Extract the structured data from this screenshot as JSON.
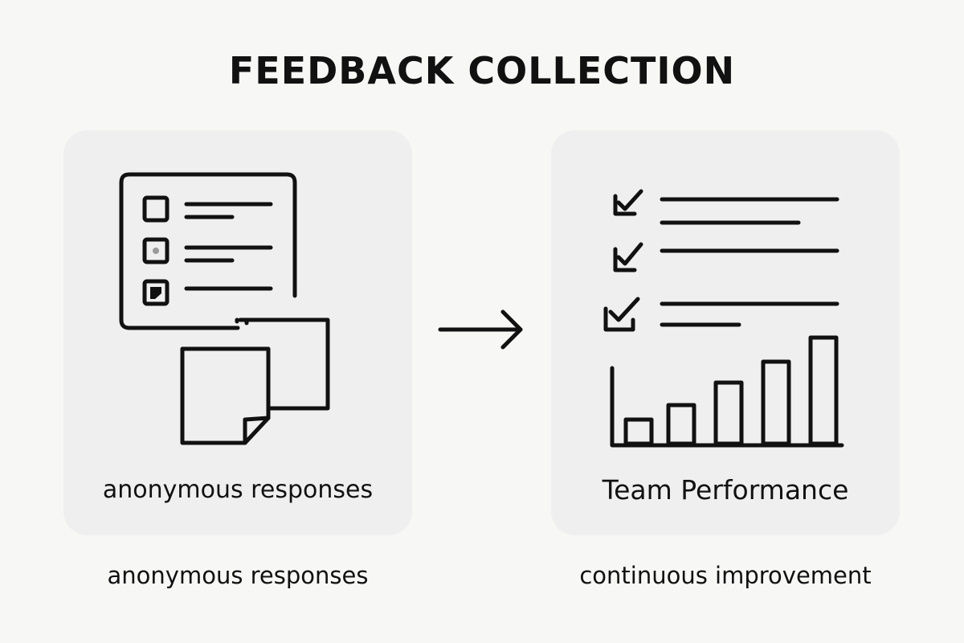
{
  "title": "FEEDBACK COLLECTION",
  "left_panel": {
    "label": "anonymous responses",
    "icon": "survey-form-with-sticky-notes-icon"
  },
  "right_panel": {
    "label": "Team Performance",
    "icon": "checklist-with-bar-chart-icon"
  },
  "captions": {
    "left": "anonymous responses",
    "right": "continuous improvement"
  },
  "connector_icon": "arrow-right-icon",
  "colors": {
    "background": "#f7f7f6",
    "panel": "#efefef",
    "stroke": "#111111"
  }
}
